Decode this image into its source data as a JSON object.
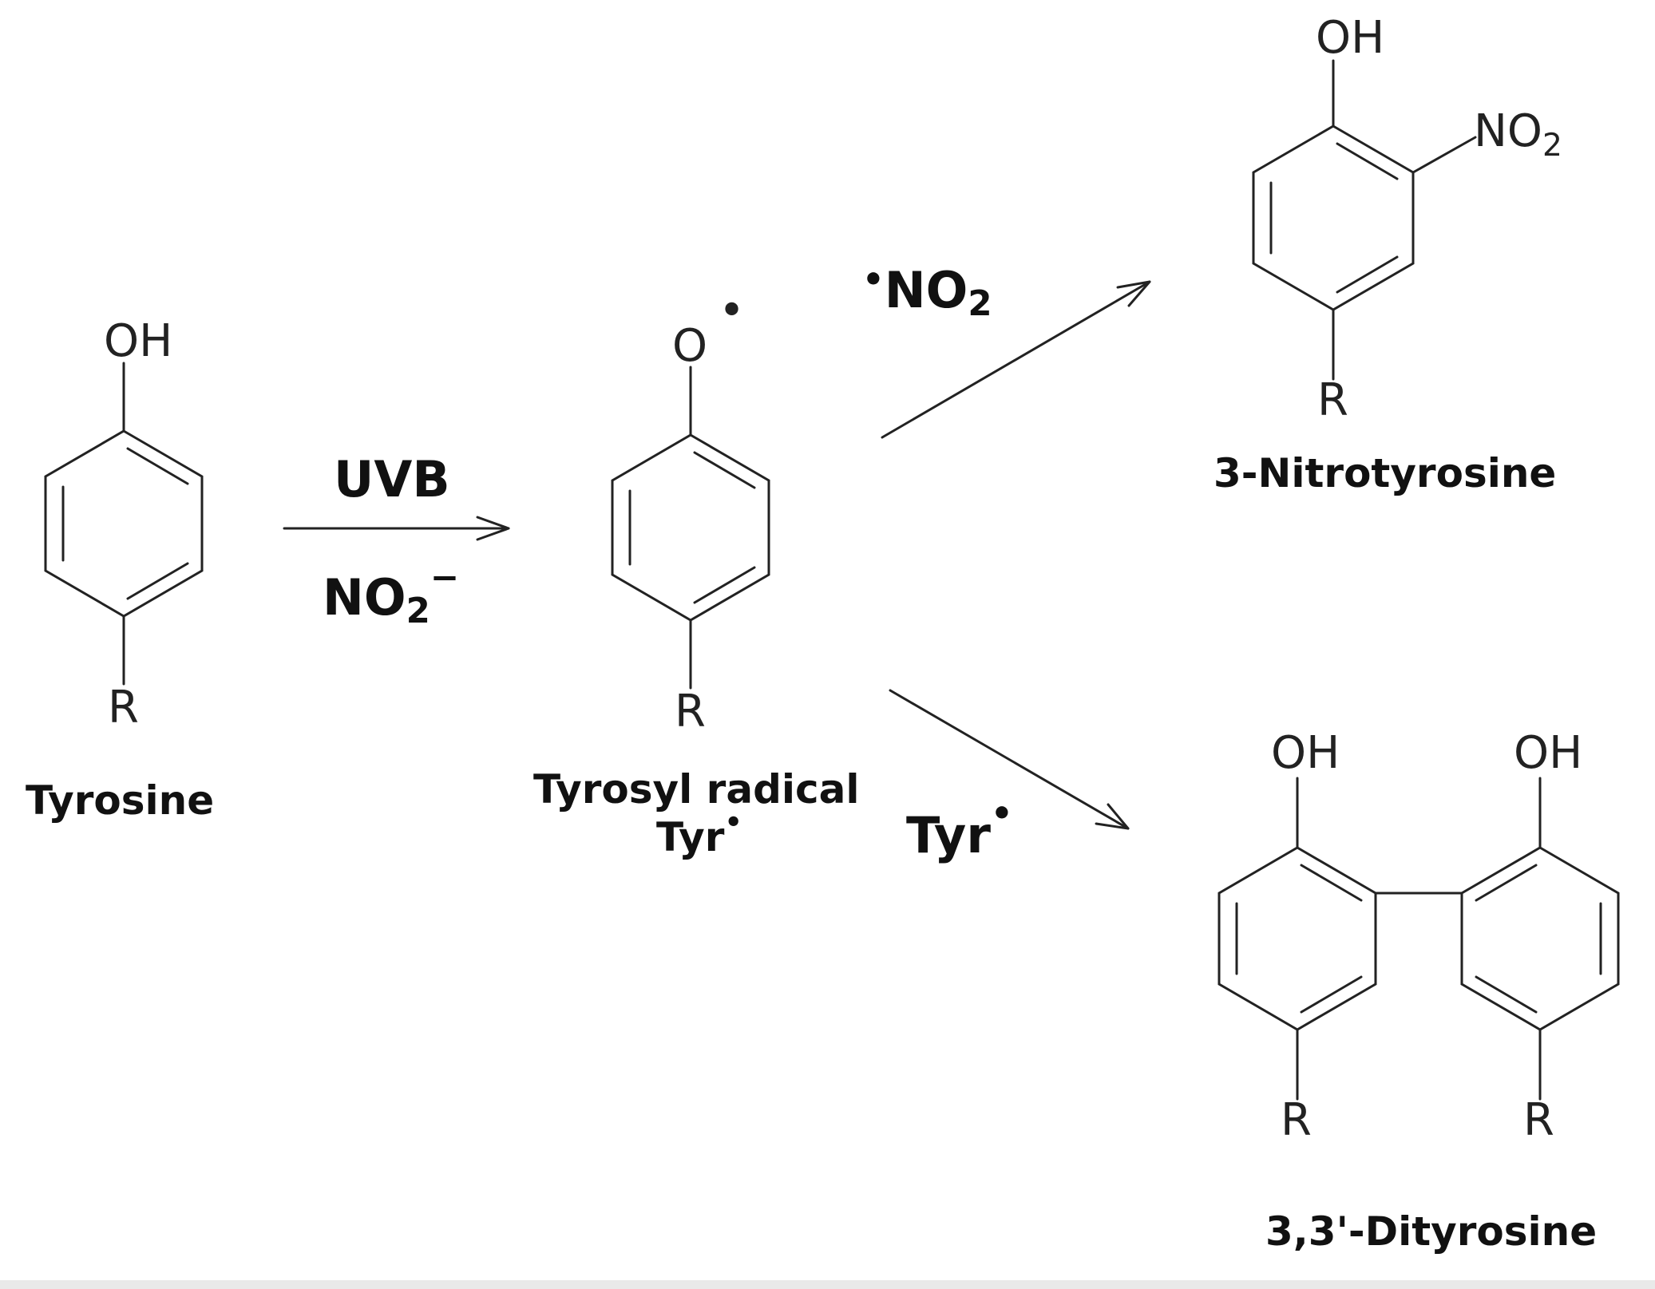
{
  "title": "",
  "atoms": {
    "oh": "OH",
    "o": "O",
    "r": "R",
    "radical_dot": "•",
    "no2_main": "NO",
    "no2_sub": "2"
  },
  "conditions": {
    "uvb": "UVB",
    "nitrite_main": "NO",
    "nitrite_sub": "2",
    "nitrite_charge": "−",
    "no2_radical_dot": "•",
    "no2_radical_main": "NO",
    "no2_radical_sub": "2",
    "tyr_main": "Tyr",
    "tyr_dot": "•"
  },
  "compounds": {
    "tyrosine": "Tyrosine",
    "tyrosyl_radical": "Tyrosyl radical",
    "tyr_short": "Tyr",
    "tyr_short_dot": "•",
    "nitrotyrosine": "3-Nitrotyrosine",
    "dityrosine": "3,3'-Dityrosine"
  },
  "colors": {
    "ink": "#222222",
    "background": "#ffffff"
  }
}
